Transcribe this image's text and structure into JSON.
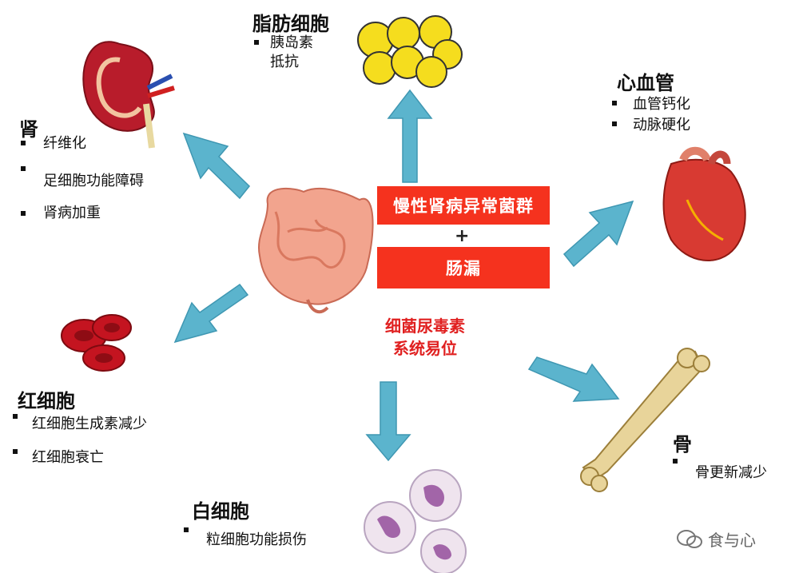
{
  "center": {
    "box1": "慢性肾病异常菌群",
    "plus": "+",
    "box2": "肠漏",
    "toxin_line1": "细菌尿毒素",
    "toxin_line2": "系统易位"
  },
  "kidney": {
    "title": "肾",
    "items": [
      "纤维化",
      "足细胞功能障碍",
      "肾病加重"
    ]
  },
  "fat": {
    "title": "脂肪细胞",
    "items": [
      "胰岛素",
      "抵抗"
    ]
  },
  "heart": {
    "title": "心血管",
    "items": [
      "血管钙化",
      "动脉硬化"
    ]
  },
  "rbc": {
    "title": "红细胞",
    "items": [
      "红细胞生成素减少",
      "红细胞衰亡"
    ]
  },
  "wbc": {
    "title": "白细胞",
    "items": [
      "粒细胞功能损伤"
    ]
  },
  "bone": {
    "title": "骨",
    "items": [
      "骨更新减少"
    ]
  },
  "watermark": "食与心",
  "colors": {
    "arrow": "#5bb4cd",
    "box": "#f5321e",
    "red_text": "#e02020"
  }
}
